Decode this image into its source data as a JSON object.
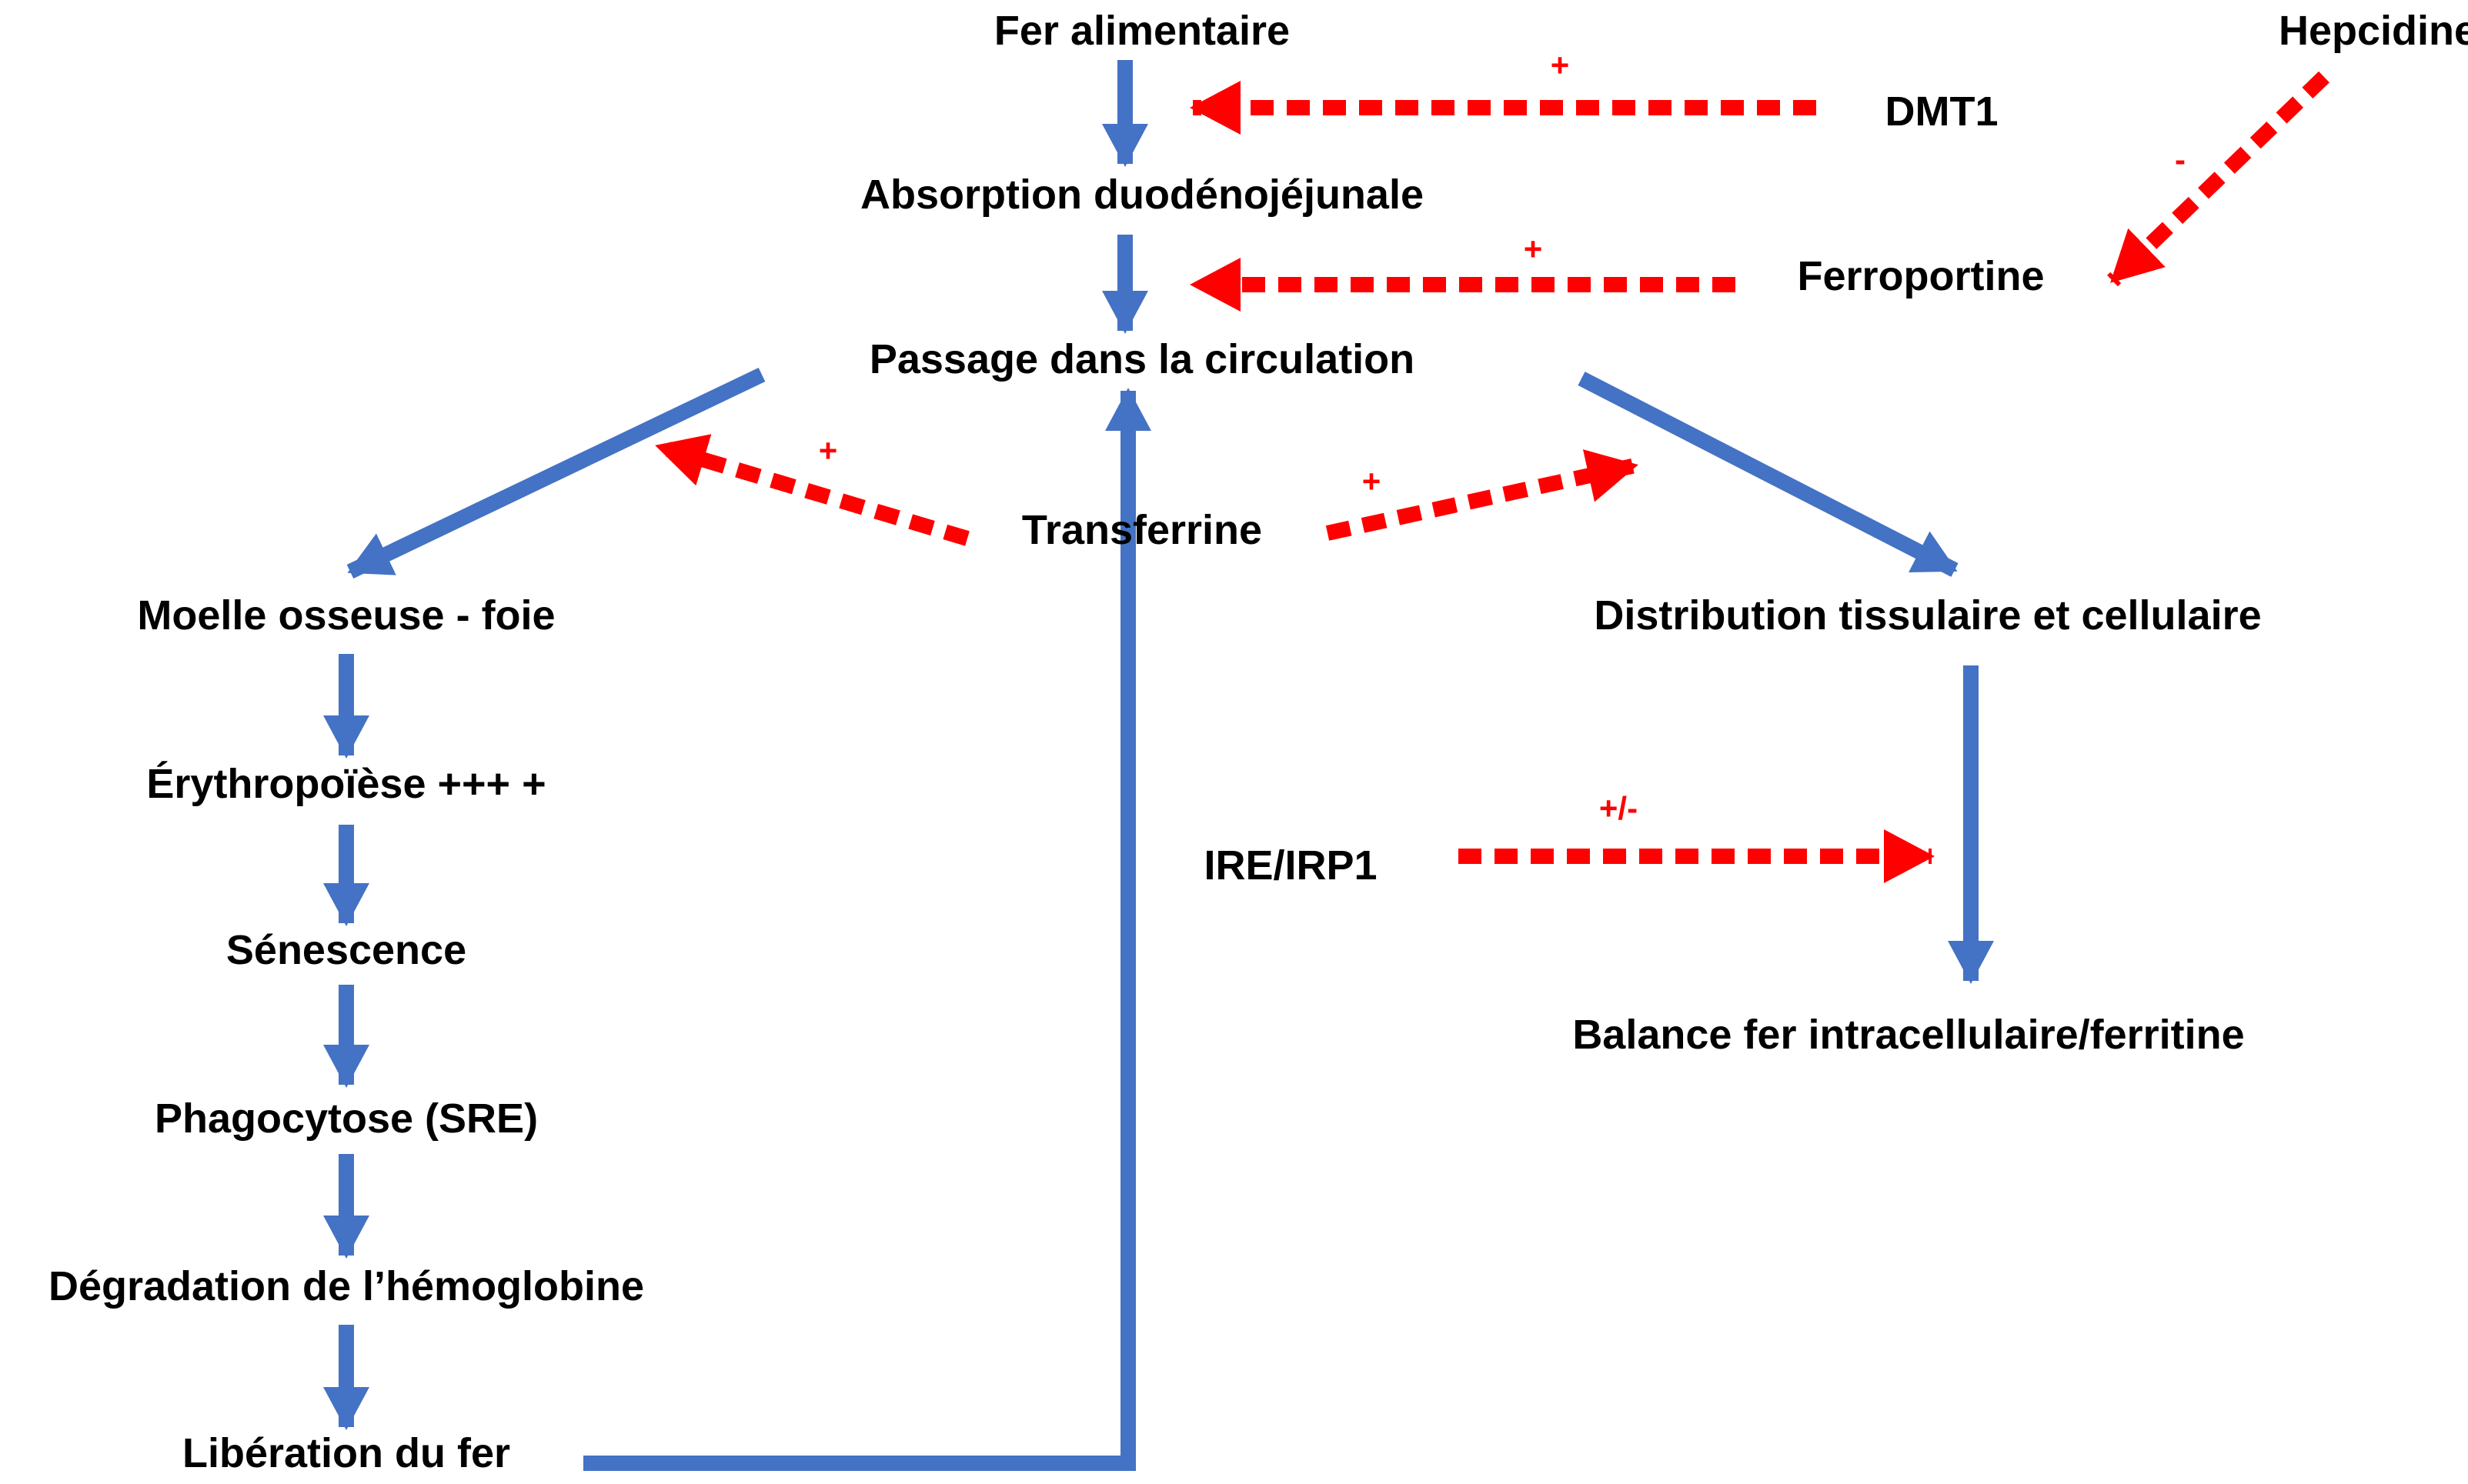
{
  "colors": {
    "flow": "#4472c4",
    "regulation": "#ff0000",
    "text": "#000000"
  },
  "nodes": {
    "fer_alimentaire": "Fer alimentaire",
    "absorption": "Absorption duodénojéjunale",
    "passage": "Passage dans la circulation",
    "dmt1": "DMT1",
    "hepcidine": "Hepcidine",
    "ferroportine": "Ferroportine",
    "transferrine": "Transferrine",
    "moelle": "Moelle osseuse - foie",
    "erythropoiese": "Érythropoïèse +++ +",
    "senescence": "Sénescence",
    "phagocytose": "Phagocytose (SRE)",
    "degradation": "Dégradation de l’hémoglobine",
    "liberation": "Libération du fer",
    "distribution": "Distribution tissulaire et cellulaire",
    "ire_irp1": "IRE/IRP1",
    "balance": "Balance fer intracellulaire/ferritine"
  },
  "regulation_signs": {
    "dmt1_to_absorption": "+",
    "hepcidine_to_ferroportine": "-",
    "ferroportine_to_passage": "+",
    "transferrine_to_moelle": "+",
    "transferrine_to_distribution": "+",
    "ire_to_balance": "+/-"
  }
}
